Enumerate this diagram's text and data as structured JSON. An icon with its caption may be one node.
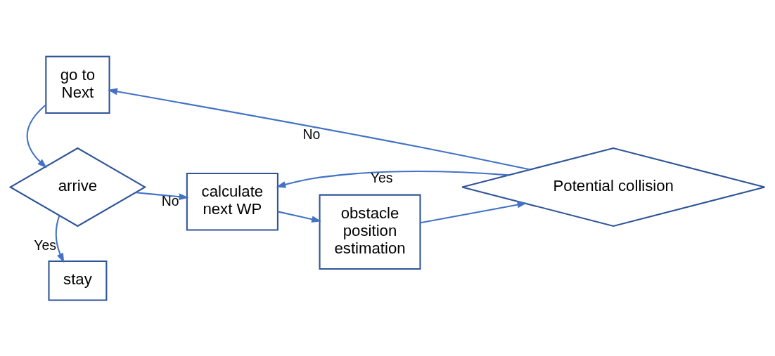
{
  "diagram": {
    "nodes": [
      {
        "text": [
          "stay"
        ]
      },
      {
        "text": [
          "arrive"
        ]
      },
      {
        "text": [
          "calculate next WP"
        ]
      },
      {
        "text": [
          "obstacle position estimation"
        ]
      },
      {
        "text": [
          "Potential collision"
        ]
      },
      {
        "text": [
          "go to Next"
        ]
      }
    ],
    "edges": [
      {
        "from": 1,
        "to": 0,
        "arrow": "to",
        "label": "Yes"
      },
      {
        "from": 1,
        "to": 2,
        "arrow": "to",
        "label": "No"
      },
      {
        "from": 2,
        "to": 3,
        "arrow": "to"
      },
      {
        "from": 3,
        "to": 4,
        "arrow": "to"
      },
      {
        "from": 4,
        "to": 2,
        "arrow": "to",
        "label": "Yes"
      },
      {
        "from": 4,
        "to": 5,
        "arrow": "to",
        "label": "No"
      },
      {
        "from": 5,
        "to": 1,
        "arrow": "to"
      }
    ]
  }
}
